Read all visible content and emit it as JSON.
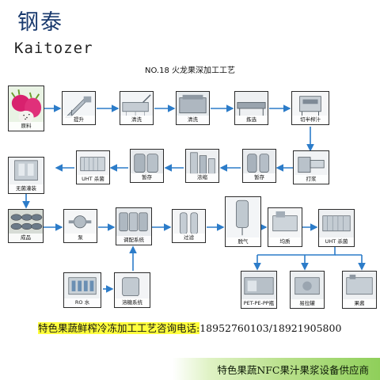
{
  "logo": {
    "chinese": "钢泰",
    "english": "Kaitozer"
  },
  "title": "NO.18  火龙果深加工工艺",
  "steps": {
    "raw": "原料",
    "lift": "提升",
    "wash1": "清洗",
    "wash2": "清洗",
    "pick": "拣选",
    "cut": "切半榨汁",
    "pulp": "打浆",
    "store2": "暂存",
    "concentrate": "浓缩",
    "store1": "暂存",
    "uht1": "UHT 杀菌",
    "aseptic": "无菌灌装",
    "product": "成品",
    "pump": "泵",
    "blend": "调配系统",
    "filter": "过滤",
    "deaerate": "脱气",
    "homogenize": "均质",
    "uht2": "UHT 杀菌",
    "ro": "RO 水",
    "sugar": "溶糖系统",
    "pet": "PET-PE-PP瓶",
    "can": "易拉罐",
    "jam": "果酱"
  },
  "contact": {
    "label": "特色果蔬鲜榨冷冻加工工艺咨询电话:",
    "phone": "18952760103/18921905800"
  },
  "banner": "特色果蔬NFC果汁果浆设备供应商",
  "colors": {
    "arrow": "#2c7cc9",
    "banner": "#a9d97a",
    "highlight": "#ffff3c",
    "logo": "#1a3a6e"
  }
}
